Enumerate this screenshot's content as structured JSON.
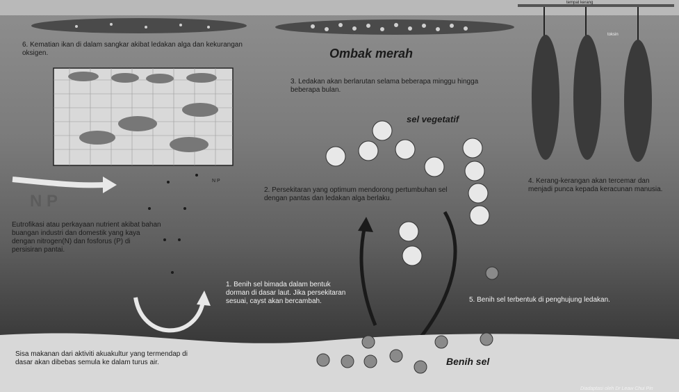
{
  "labels": {
    "step6": "6. Kematian ikan di dalam sangkar akibat ledakan alga dan kekurangan oksigen.",
    "red_tide": "Ombak merah",
    "step3": "3. Ledakan akan berlarutan selama beberapa minggu hingga beberapa bulan.",
    "vegetative": "sel vegetatif",
    "step4": "4. Kerang-kerangan akan tercemar dan menjadi punca kepada keracunan manusia.",
    "np_big": "N P",
    "np_small": "N P",
    "step2": "2. Persekitaran yang optimum mendorong pertumbuhan sel dengan pantas dan ledakan alga berlaku.",
    "eutrophication": "Eutrofikasi atau perkayaan nutrient akibat bahan buangan industri dan domestik yang kaya dengan nitrogen(N) dan fosforus (P) di persisiran pantai.",
    "step1": "1. Benih sel bimada dalam bentuk dorman di dasar laut. Jika persekitaran sesuai, cayst akan bercambah.",
    "step5": "5. Benih sel terbentuk di penghujung ledakan.",
    "aquaculture": "Sisa makanan dari aktiviti akuakultur yang termendap di dasar akan dibebas semula ke dalam turus air.",
    "cyst": "Benih sel",
    "toxin": "toksin",
    "mussel_rope": "tempat kerang",
    "credit": "Diadaptasi oleh Dr Leaw Chui Pin"
  },
  "colors": {
    "water_top": "#8f8f8f",
    "seabed": "#d8d8d8",
    "bloom": "#4a4a4a"
  }
}
